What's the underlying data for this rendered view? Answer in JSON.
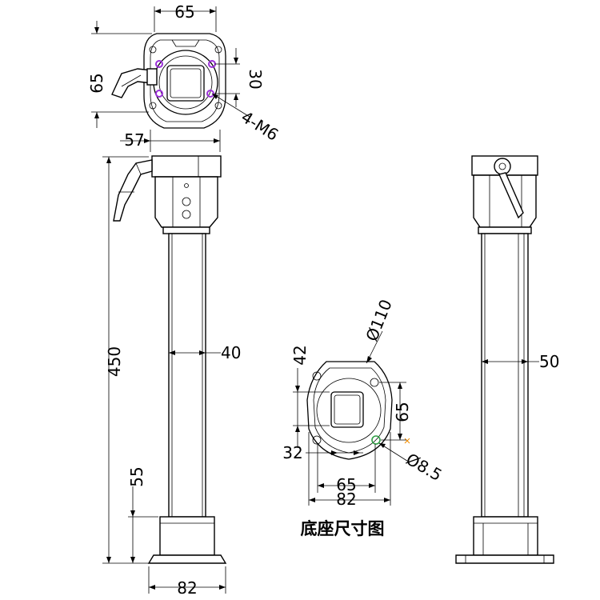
{
  "top_view": {
    "dim_width": "65",
    "dim_height": "65",
    "dim_inner": "30",
    "dim_offset": "57",
    "hole_label": "4-M6"
  },
  "front_view": {
    "dim_height": "450",
    "dim_pipe": "40",
    "dim_base_height": "55",
    "dim_base_width": "82"
  },
  "side_view": {
    "dim_pipe": "50"
  },
  "base_view": {
    "dim_diameter": "Ø110",
    "dim_top": "42",
    "dim_right": "65",
    "dim_left": "32",
    "dim_hole": "Ø8.5",
    "dim_inner_width": "65",
    "dim_outer_width": "82",
    "caption": "底座尺寸图"
  },
  "colors": {
    "line": "#000000",
    "hole_marker": "#9b30d9",
    "hole_marker_green": "#2f9e44",
    "accent_orange": "#f08c00"
  }
}
